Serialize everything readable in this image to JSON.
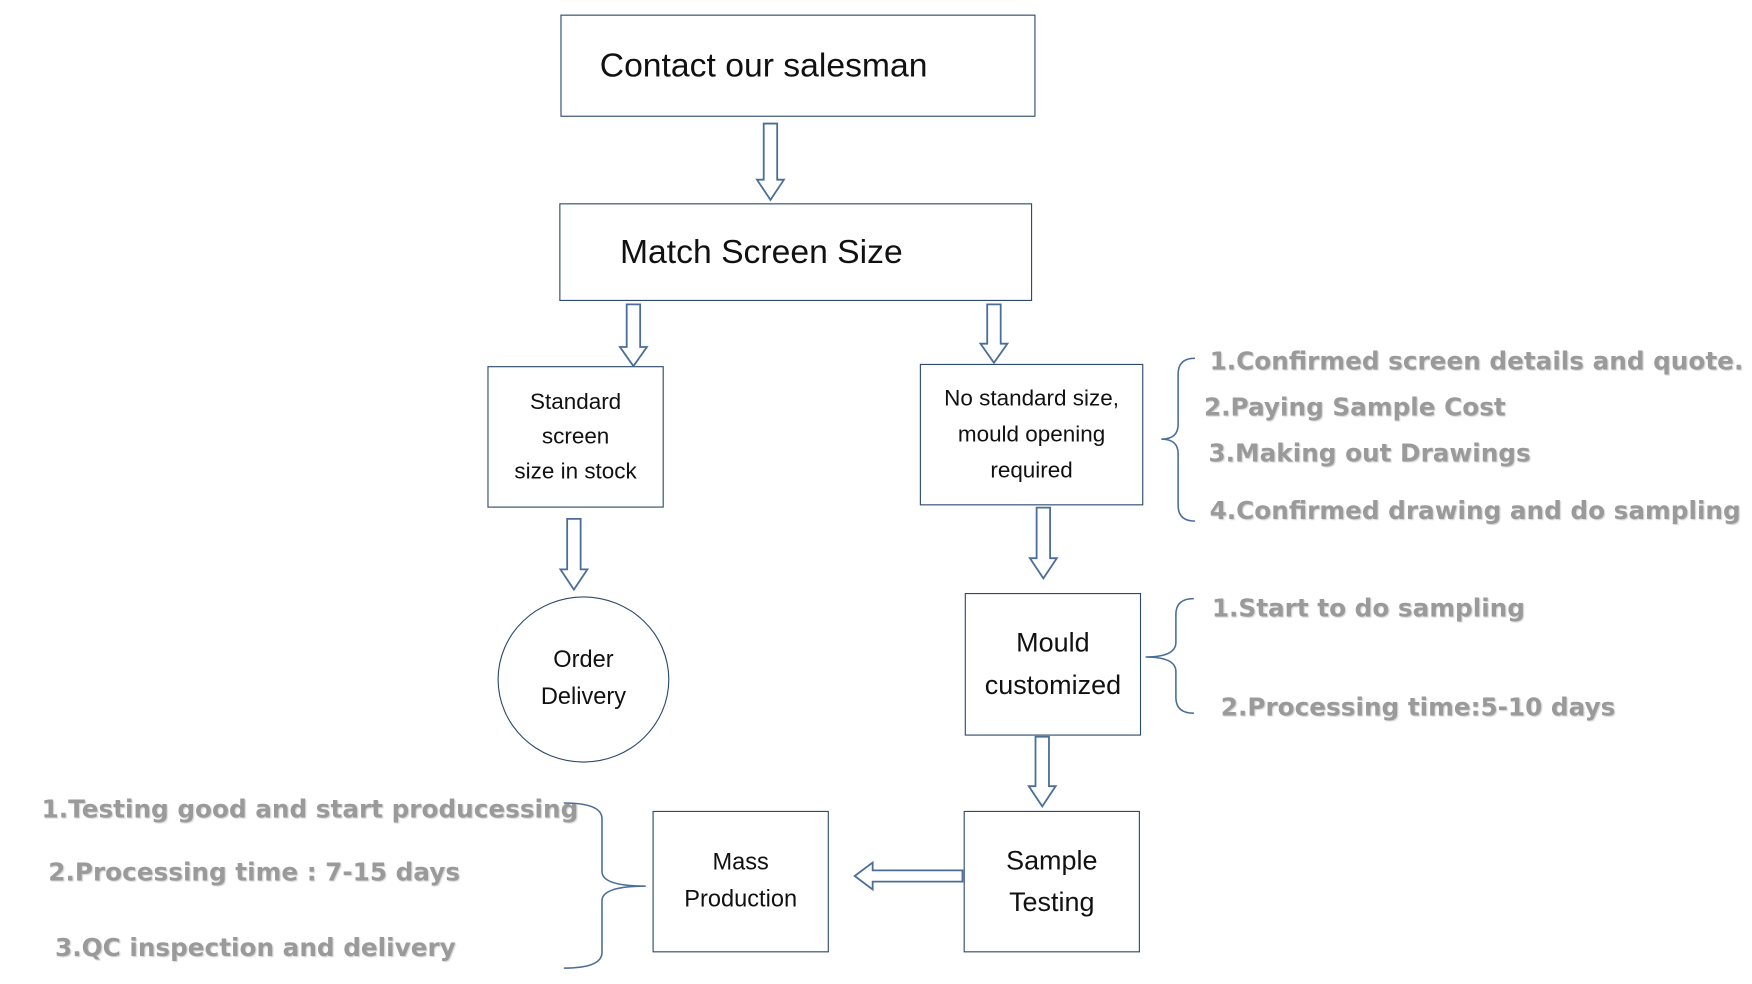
{
  "nodes": {
    "contact": "Contact our salesman",
    "match": "Match Screen Size",
    "standard": "Standard\nscreen\nsize in stock",
    "no_standard": "No standard size,\nmould opening\nrequired",
    "order_delivery": "Order\nDelivery",
    "mould": "Mould\ncustomized",
    "sample": "Sample\nTesting",
    "mass": "Mass\nProduction"
  },
  "notes": {
    "no_standard_steps": [
      "1.Confirmed screen details and quote.",
      "2.Paying Sample Cost",
      "3.Making out Drawings",
      "4.Confirmed drawing and do sampling"
    ],
    "mould_steps": [
      "1.Start to do sampling",
      "2.Processing time:5-10 days"
    ],
    "mass_steps": [
      "1.Testing good and start producessing",
      "2.Processing time : 7-15 days",
      "3.QC inspection and delivery"
    ]
  },
  "colors": {
    "box_border": "#2c4a6e",
    "arrow": "#4a6e99",
    "note_text": "#9a9a9a"
  }
}
